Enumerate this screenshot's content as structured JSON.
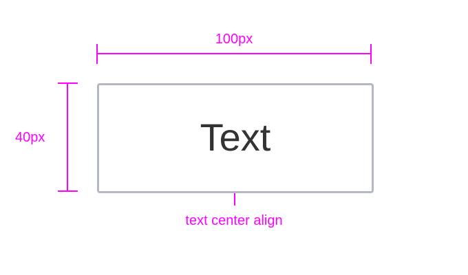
{
  "diagram": {
    "width_label": "100px",
    "height_label": "40px",
    "box_text": "Text",
    "note_label": "text center align"
  },
  "colors": {
    "annotation": "#ff00ff",
    "box_border": "#b3b8c4",
    "box_text": "#333333",
    "background": "#ffffff"
  }
}
